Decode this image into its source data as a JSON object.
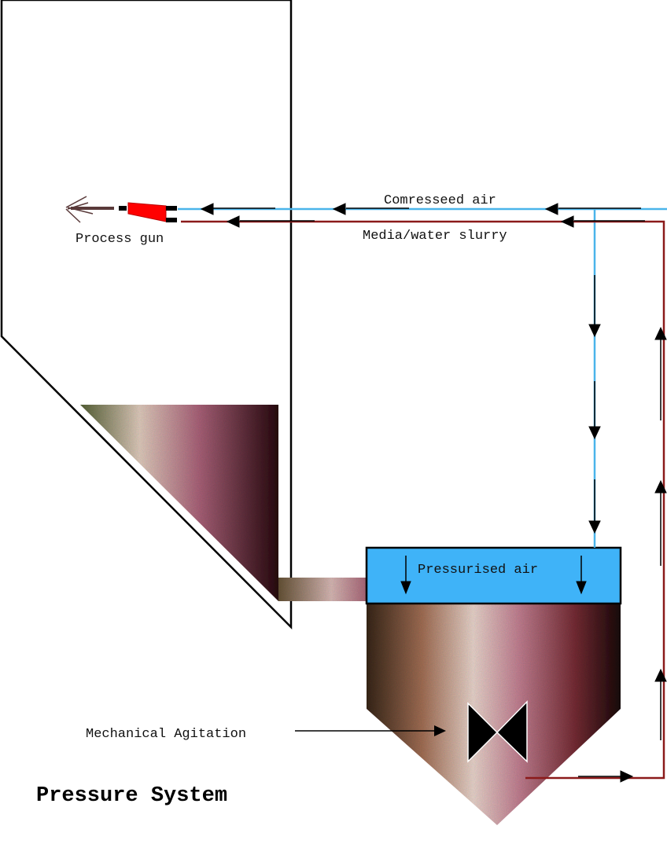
{
  "diagram": {
    "title": "Pressure System",
    "labels": {
      "compressed_air": "Comresseed air",
      "slurry": "Media/water slurry",
      "process_gun": "Process gun",
      "pressurised_air": "Pressurised air",
      "agitation": "Mechanical Agitation"
    },
    "colors": {
      "air_line": "#4ab4ea",
      "slurry_line": "#8b1a1a",
      "air_chamber": "#3fb3f8",
      "gun": "#ff0000"
    }
  }
}
